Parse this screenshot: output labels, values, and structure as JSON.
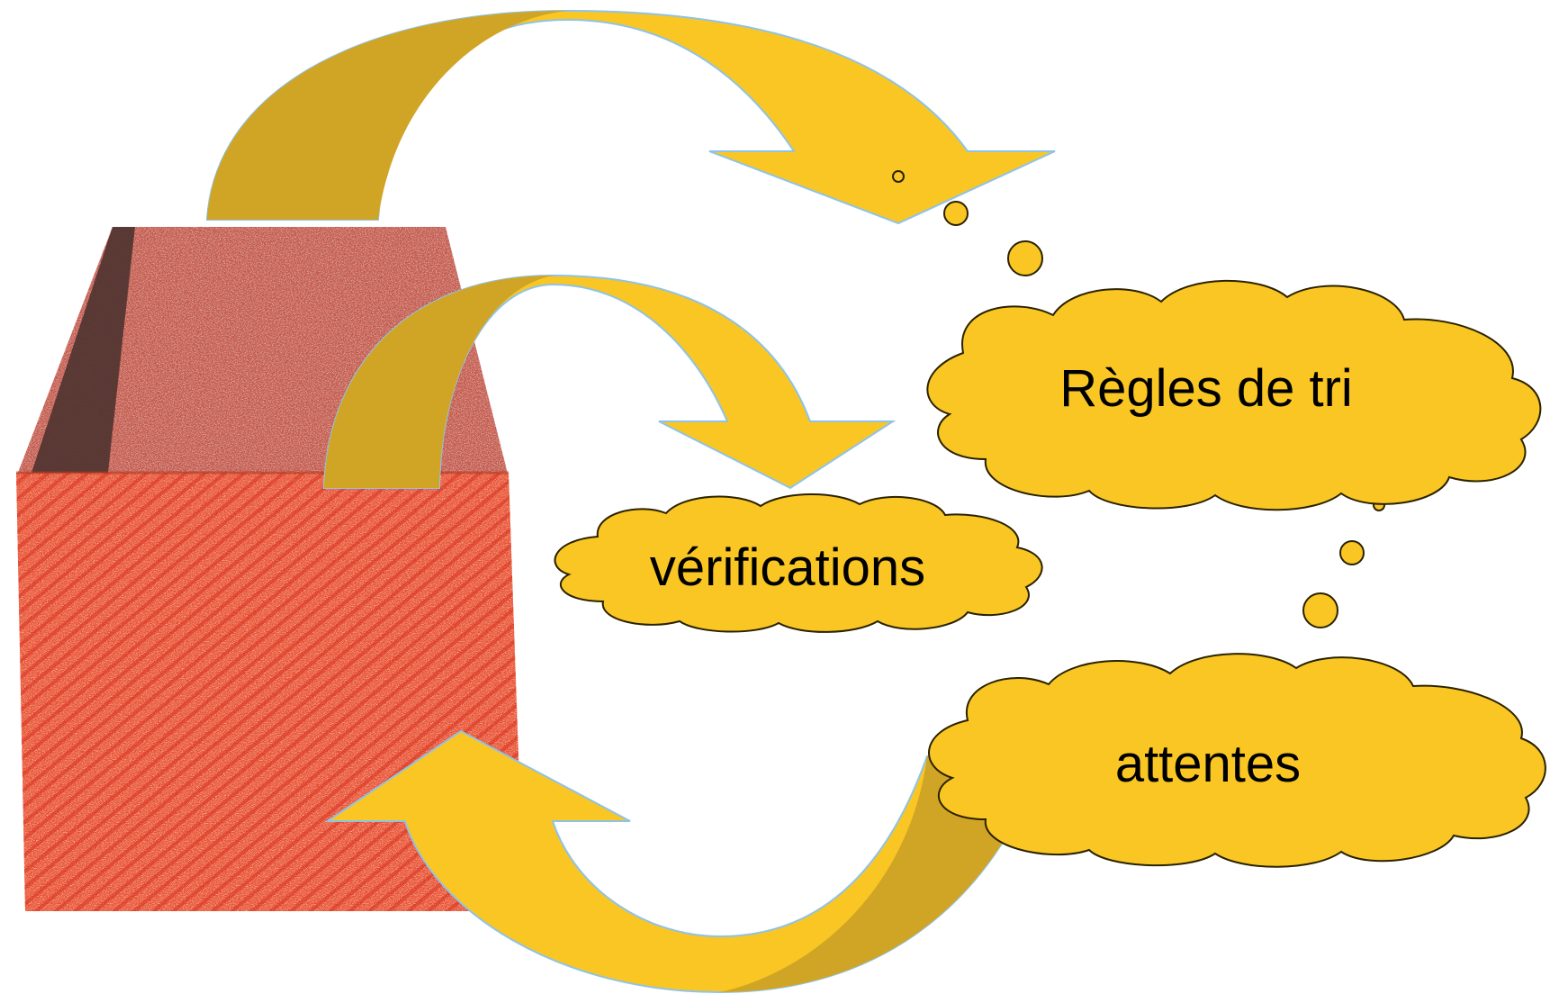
{
  "colors": {
    "background": "#ffffff",
    "arrow_light": "#f9c623",
    "arrow_dark": "#d0a526",
    "arrow_outline": "#8fc3e6",
    "cloud_fill": "#f9c623",
    "cloud_outline": "#2a2200",
    "box_front": "#e84a2a",
    "box_side": "#c9564a",
    "box_interior": "#5a3a35",
    "box_grain": "#f3c9a8",
    "label_text": "#000000"
  },
  "icons": {
    "box": "sketched-box-icon",
    "cycle_arrow_top": "curved-arrow-icon",
    "cycle_arrow_middle": "curved-arrow-icon",
    "cycle_arrow_bottom": "curved-arrow-icon",
    "thought_bubbles": "thought-bubble-dots"
  },
  "clouds": {
    "regles": {
      "label": "Règles de tri"
    },
    "verifications": {
      "label": "vérifications"
    },
    "attentes": {
      "label": "attentes"
    }
  }
}
